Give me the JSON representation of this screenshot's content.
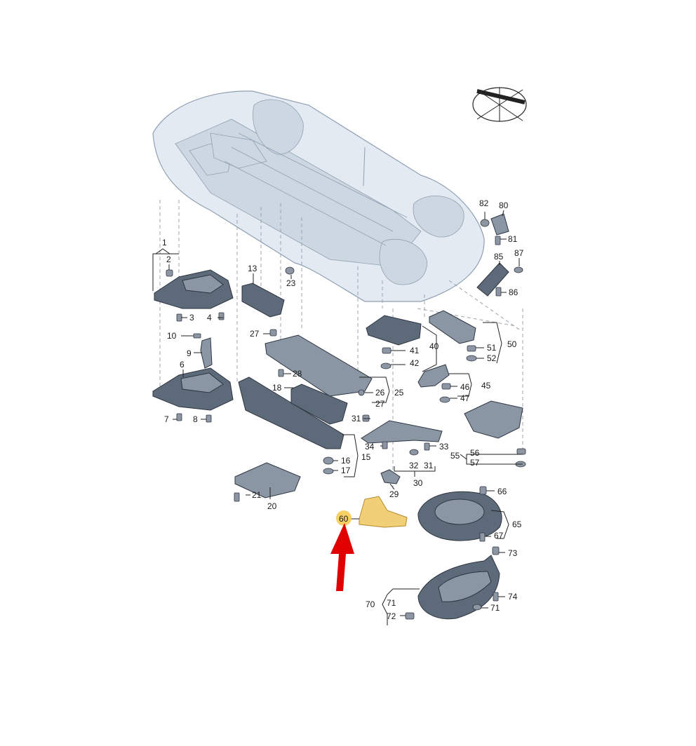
{
  "diagram": {
    "highlight_color": "#f4c84a",
    "arrow_color": "#e00000",
    "highlighted_label": "60",
    "labels": {
      "l1": "1",
      "l2": "2",
      "l3": "3",
      "l4": "4",
      "l6": "6",
      "l7": "7",
      "l8": "8",
      "l9": "9",
      "l10": "10",
      "l13": "13",
      "l15": "15",
      "l16": "16",
      "l17": "17",
      "l18": "18",
      "l20": "20",
      "l21": "21",
      "l23": "23",
      "l25": "25",
      "l26": "26",
      "l27a": "27",
      "l27b": "27",
      "l28": "28",
      "l29": "29",
      "l30": "30",
      "l31a": "31",
      "l31b": "31",
      "l32": "32",
      "l33": "33",
      "l34": "34",
      "l40": "40",
      "l41": "41",
      "l42": "42",
      "l45": "45",
      "l46": "46",
      "l47": "47",
      "l50": "50",
      "l51": "51",
      "l52": "52",
      "l55": "55",
      "l56": "56",
      "l57": "57",
      "l60": "60",
      "l65": "65",
      "l66": "66",
      "l67": "67",
      "l70": "70",
      "l71a": "71",
      "l71b": "71",
      "l72": "72",
      "l73": "73",
      "l74": "74",
      "l80": "80",
      "l81": "81",
      "l82": "82",
      "l85": "85",
      "l86": "86",
      "l87": "87"
    }
  }
}
